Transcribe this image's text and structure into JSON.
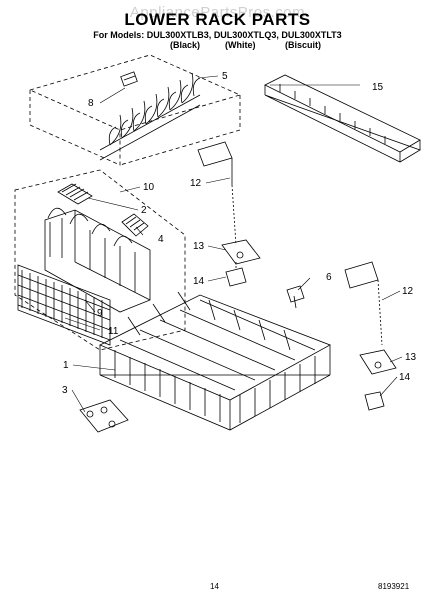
{
  "header": {
    "watermark": "AppliancePartsPros.com",
    "title": "LOWER RACK PARTS",
    "models": "For Models: DUL300XTLB3, DUL300XTLQ3, DUL300XTLT3",
    "variants": [
      "(Black)",
      "(White)",
      "(Biscuit)"
    ]
  },
  "callouts": {
    "c1": "1",
    "c2": "2",
    "c3": "3",
    "c4": "4",
    "c5": "5",
    "c6": "6",
    "c8": "8",
    "c9": "9",
    "c10": "10",
    "c11": "11",
    "c12a": "12",
    "c12b": "12",
    "c13a": "13",
    "c13b": "13",
    "c14a": "14",
    "c14b": "14",
    "c15": "15"
  },
  "footer": {
    "page_number": "14",
    "doc_number": "8193921"
  }
}
